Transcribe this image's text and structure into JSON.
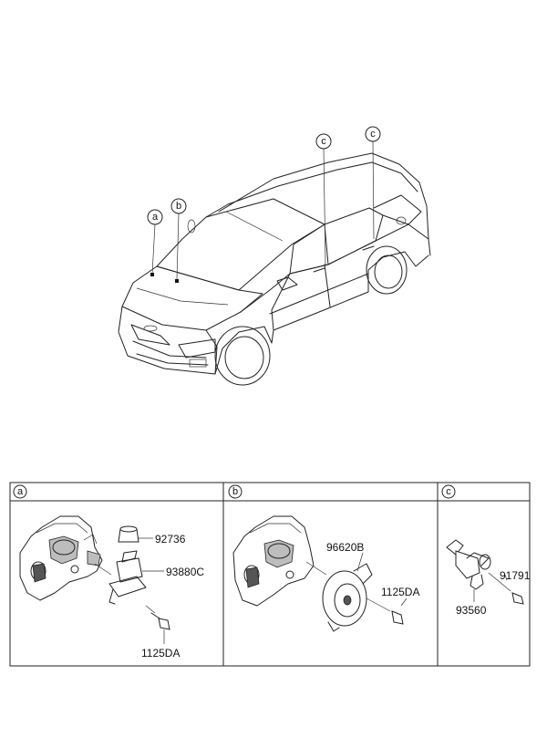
{
  "callouts": {
    "car_a": "a",
    "car_b": "b",
    "car_c1": "c",
    "car_c2": "c"
  },
  "panels": [
    {
      "letter": "a",
      "parts": [
        "92736",
        "93880C",
        "1125DA"
      ]
    },
    {
      "letter": "b",
      "parts": [
        "96620B",
        "1125DA"
      ]
    },
    {
      "letter": "c",
      "parts": [
        "91791",
        "93560"
      ]
    }
  ]
}
